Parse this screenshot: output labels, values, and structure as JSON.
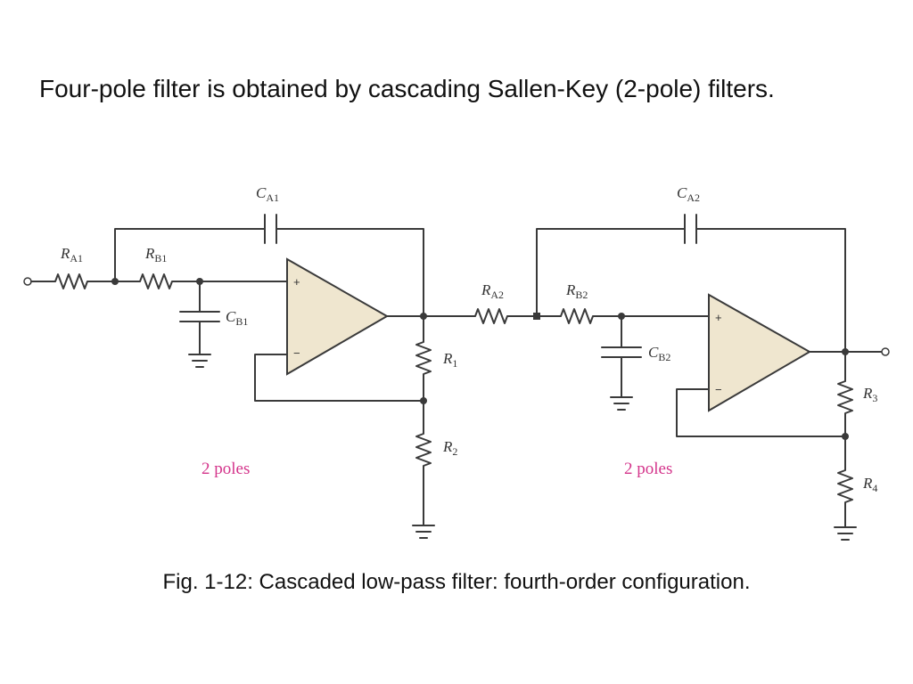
{
  "slide": {
    "title": "Four-pole filter is obtained by cascading Sallen-Key (2-pole) filters.",
    "caption": "Fig. 1-12: Cascaded low-pass filter: fourth-order configuration."
  },
  "circuit": {
    "stage1": {
      "ra": {
        "main": "R",
        "sub": "A1"
      },
      "rb": {
        "main": "R",
        "sub": "B1"
      },
      "ca": {
        "main": "C",
        "sub": "A1"
      },
      "cb": {
        "main": "C",
        "sub": "B1"
      },
      "r_top": {
        "main": "R",
        "sub": "1"
      },
      "r_bottom": {
        "main": "R",
        "sub": "2"
      },
      "plus": "+",
      "minus": "−",
      "poles_label": "2 poles"
    },
    "stage2": {
      "ra": {
        "main": "R",
        "sub": "A2"
      },
      "rb": {
        "main": "R",
        "sub": "B2"
      },
      "ca": {
        "main": "C",
        "sub": "A2"
      },
      "cb": {
        "main": "C",
        "sub": "B2"
      },
      "r_top": {
        "main": "R",
        "sub": "3"
      },
      "r_bottom": {
        "main": "R",
        "sub": "4"
      },
      "plus": "+",
      "minus": "−",
      "poles_label": "2 poles"
    },
    "colors": {
      "opamp_fill": "#efe6cf",
      "wire": "#3a3a3a",
      "poles_label": "#d4348b"
    }
  }
}
